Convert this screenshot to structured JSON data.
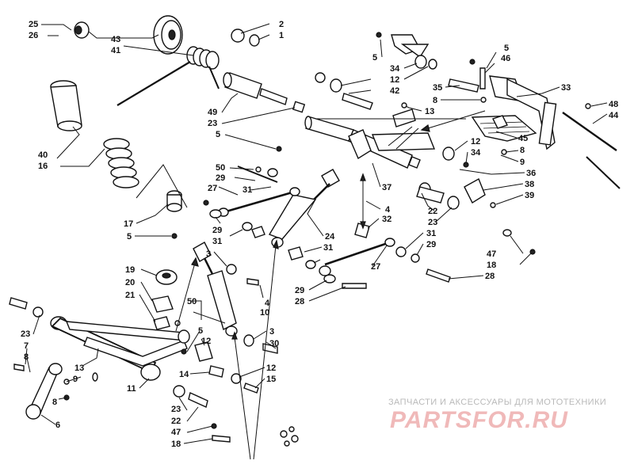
{
  "watermark": {
    "tagline": "ЗАПЧАСТИ И АКСЕССУАРЫ ДЛЯ МОТОТЕХНИКИ",
    "brand": "PARTSFOR.RU"
  },
  "callouts": [
    {
      "id": "c25a",
      "text": "25"
    },
    {
      "id": "c26a",
      "text": "26"
    },
    {
      "id": "c43",
      "text": "43"
    },
    {
      "id": "c41",
      "text": "41"
    },
    {
      "id": "c2",
      "text": "2"
    },
    {
      "id": "c1",
      "text": "1"
    },
    {
      "id": "c40",
      "text": "40"
    },
    {
      "id": "c16",
      "text": "16"
    },
    {
      "id": "c49",
      "text": "49"
    },
    {
      "id": "c23a",
      "text": "23"
    },
    {
      "id": "c5a",
      "text": "5"
    },
    {
      "id": "c50a",
      "text": "50"
    },
    {
      "id": "c29a",
      "text": "29"
    },
    {
      "id": "c27a",
      "text": "27"
    },
    {
      "id": "c31a",
      "text": "31"
    },
    {
      "id": "c29b",
      "text": "29"
    },
    {
      "id": "c31b",
      "text": "31"
    },
    {
      "id": "c17",
      "text": "17"
    },
    {
      "id": "c5b",
      "text": "5"
    },
    {
      "id": "c3a",
      "text": "3"
    },
    {
      "id": "c4a",
      "text": "4"
    },
    {
      "id": "c19",
      "text": "19"
    },
    {
      "id": "c20",
      "text": "20"
    },
    {
      "id": "c21",
      "text": "21"
    },
    {
      "id": "c50b",
      "text": "50"
    },
    {
      "id": "c10",
      "text": "10"
    },
    {
      "id": "c23b",
      "text": "23"
    },
    {
      "id": "c7",
      "text": "7"
    },
    {
      "id": "c8a",
      "text": "8"
    },
    {
      "id": "c13a",
      "text": "13"
    },
    {
      "id": "c9a",
      "text": "9"
    },
    {
      "id": "c8b",
      "text": "8"
    },
    {
      "id": "c6",
      "text": "6"
    },
    {
      "id": "c11",
      "text": "11"
    },
    {
      "id": "c5c",
      "text": "5"
    },
    {
      "id": "c12a",
      "text": "12"
    },
    {
      "id": "c14",
      "text": "14"
    },
    {
      "id": "c3b",
      "text": "3"
    },
    {
      "id": "c30",
      "text": "30"
    },
    {
      "id": "c12b",
      "text": "12"
    },
    {
      "id": "c15",
      "text": "15"
    },
    {
      "id": "c23c",
      "text": "23"
    },
    {
      "id": "c22a",
      "text": "22"
    },
    {
      "id": "c47a",
      "text": "47"
    },
    {
      "id": "c18a",
      "text": "18"
    },
    {
      "id": "c5d",
      "text": "5"
    },
    {
      "id": "c34a",
      "text": "34"
    },
    {
      "id": "c12c",
      "text": "12"
    },
    {
      "id": "c42",
      "text": "42"
    },
    {
      "id": "c5e",
      "text": "5"
    },
    {
      "id": "c46",
      "text": "46"
    },
    {
      "id": "c35",
      "text": "35"
    },
    {
      "id": "c33",
      "text": "33"
    },
    {
      "id": "c8c",
      "text": "8"
    },
    {
      "id": "c13b",
      "text": "13"
    },
    {
      "id": "c48",
      "text": "48"
    },
    {
      "id": "c44",
      "text": "44"
    },
    {
      "id": "c45",
      "text": "45"
    },
    {
      "id": "c8d",
      "text": "8"
    },
    {
      "id": "c9b",
      "text": "9"
    },
    {
      "id": "c12d",
      "text": "12"
    },
    {
      "id": "c34b",
      "text": "34"
    },
    {
      "id": "c36",
      "text": "36"
    },
    {
      "id": "c37",
      "text": "37"
    },
    {
      "id": "c38",
      "text": "38"
    },
    {
      "id": "c39",
      "text": "39"
    },
    {
      "id": "c4b",
      "text": "4"
    },
    {
      "id": "c32",
      "text": "32"
    },
    {
      "id": "c22b",
      "text": "22"
    },
    {
      "id": "c23d",
      "text": "23"
    },
    {
      "id": "c24",
      "text": "24"
    },
    {
      "id": "c31c",
      "text": "31"
    },
    {
      "id": "c29c",
      "text": "29"
    },
    {
      "id": "c31d",
      "text": "31"
    },
    {
      "id": "c27b",
      "text": "27"
    },
    {
      "id": "c47b",
      "text": "47"
    },
    {
      "id": "c18b",
      "text": "18"
    },
    {
      "id": "c28a",
      "text": "28"
    },
    {
      "id": "c29d",
      "text": "29"
    },
    {
      "id": "c28b",
      "text": "28"
    }
  ]
}
